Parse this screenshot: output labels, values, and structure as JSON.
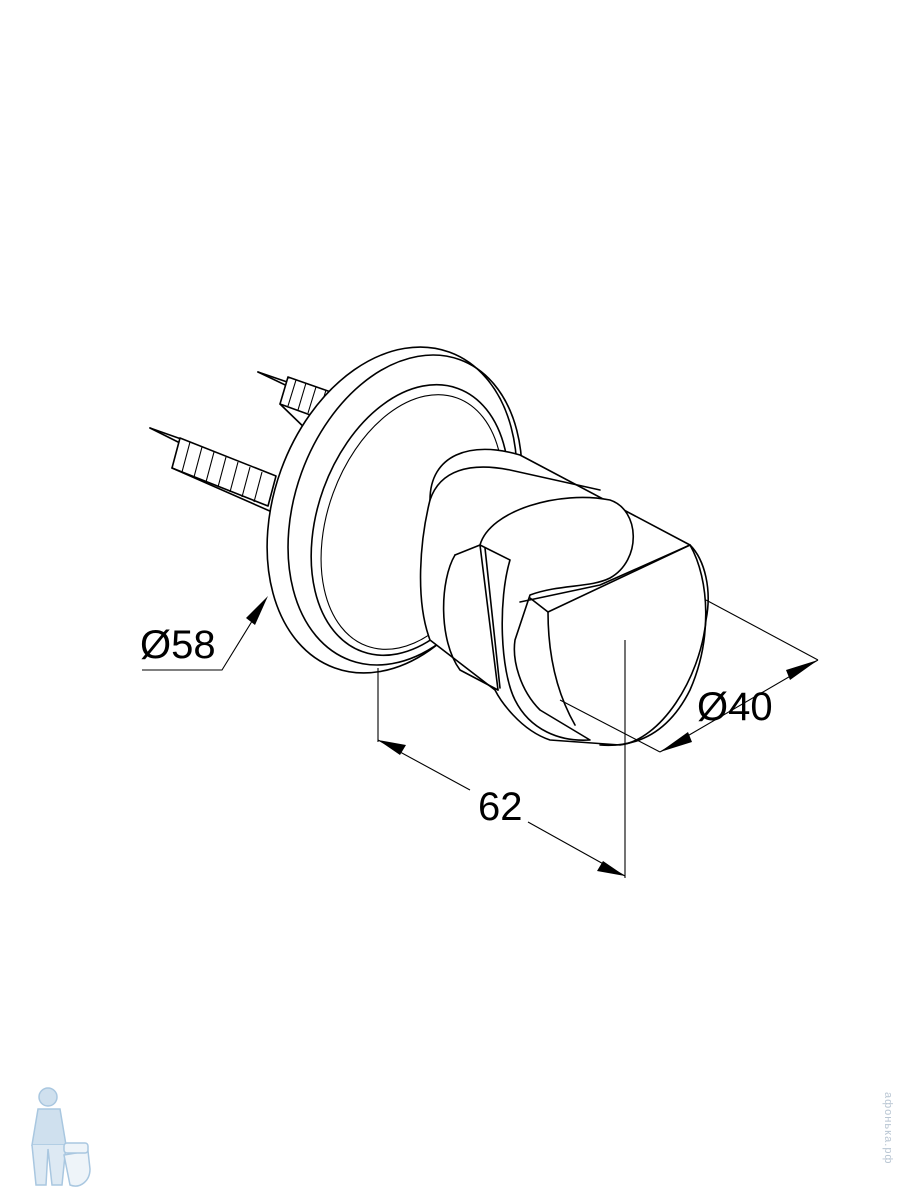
{
  "dimensions": {
    "base_diameter": "Ø58",
    "holder_diameter": "Ø40",
    "depth": "62"
  },
  "watermark": {
    "text": "афонька.рф"
  },
  "colors": {
    "line": "#000000",
    "background": "#ffffff",
    "logo": "#a9c7e0"
  }
}
